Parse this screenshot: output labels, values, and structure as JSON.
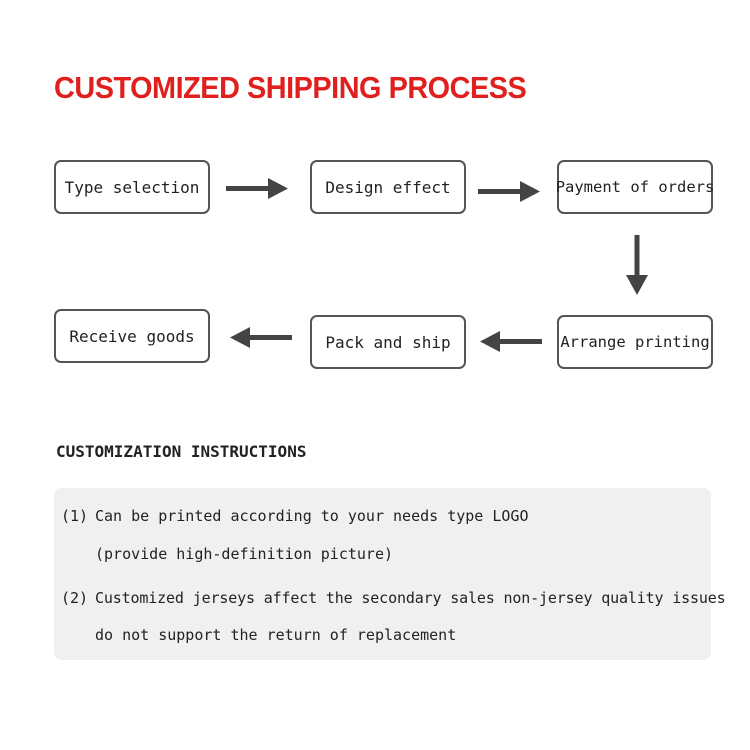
{
  "title": "CUSTOMIZED SHIPPING PROCESS",
  "process": {
    "steps": [
      "Type selection",
      "Design effect",
      "Payment of orders",
      "Arrange printing",
      "Pack and ship",
      "Receive goods"
    ]
  },
  "instructions": {
    "heading": "CUSTOMIZATION INSTRUCTIONS",
    "items": [
      {
        "number": "(1)",
        "lines": [
          "Can be printed according to your needs type LOGO",
          "(provide high-definition picture)"
        ]
      },
      {
        "number": "(2)",
        "lines": [
          "Customized jerseys affect the secondary sales non-jersey quality issues",
          "do not support the return of replacement"
        ]
      }
    ]
  },
  "colors": {
    "title": "#e0201e",
    "box_border": "#555555",
    "arrow": "#444444",
    "panel": "#f0f0f0"
  }
}
